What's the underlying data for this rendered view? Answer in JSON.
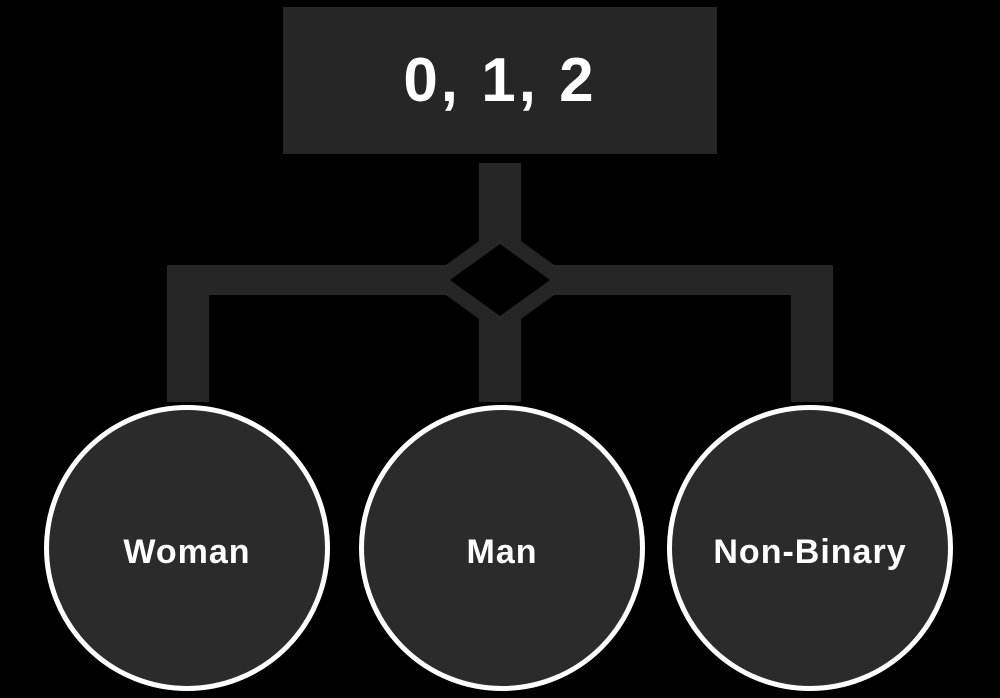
{
  "diagram": {
    "type": "flowchart",
    "root_node": {
      "label": "0, 1, 2"
    },
    "branch_nodes": [
      {
        "label": "Woman"
      },
      {
        "label": "Man"
      },
      {
        "label": "Non-Binary"
      }
    ]
  },
  "colors": {
    "background": "#000000",
    "box_fill": "#262626",
    "connector_fill": "#262626",
    "circle_fill": "#2b2b2b",
    "circle_border": "#ffffff",
    "label_text": "#ffffff"
  }
}
